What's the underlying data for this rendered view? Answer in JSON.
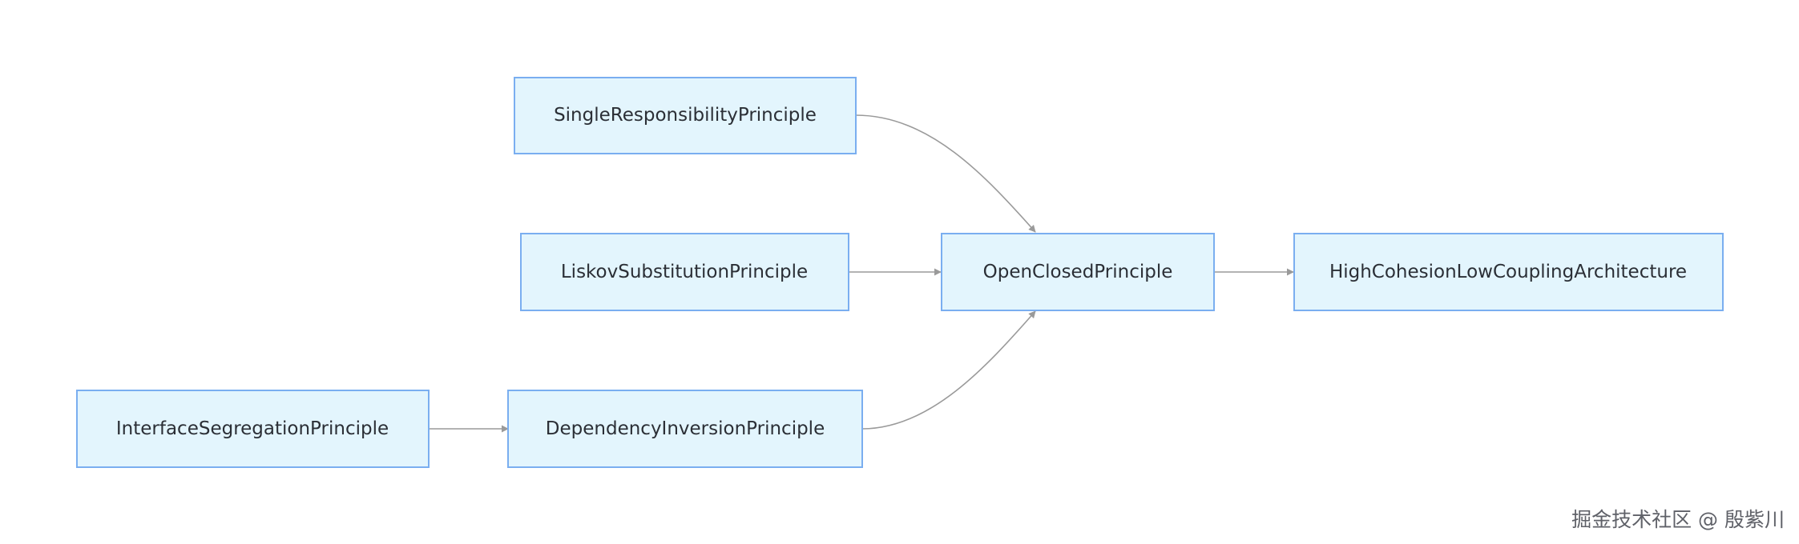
{
  "diagram": {
    "type": "flowchart",
    "direction": "left-to-right",
    "nodes": [
      {
        "id": "srp",
        "label": "SingleResponsibilityPrinciple"
      },
      {
        "id": "lsp",
        "label": "LiskovSubstitutionPrinciple"
      },
      {
        "id": "isp",
        "label": "InterfaceSegregationPrinciple"
      },
      {
        "id": "dip",
        "label": "DependencyInversionPrinciple"
      },
      {
        "id": "ocp",
        "label": "OpenClosedPrinciple"
      },
      {
        "id": "hclc",
        "label": "HighCohesionLowCouplingArchitecture"
      }
    ],
    "edges": [
      {
        "from": "srp",
        "to": "ocp"
      },
      {
        "from": "lsp",
        "to": "ocp"
      },
      {
        "from": "isp",
        "to": "dip"
      },
      {
        "from": "dip",
        "to": "ocp"
      },
      {
        "from": "ocp",
        "to": "hclc"
      }
    ],
    "colors": {
      "node_fill": "#e3f5fd",
      "node_border": "#7aaef0",
      "edge": "#9a9a9a",
      "text": "#2b2f36"
    }
  },
  "watermark": "掘金技术社区 @ 殷紫川"
}
